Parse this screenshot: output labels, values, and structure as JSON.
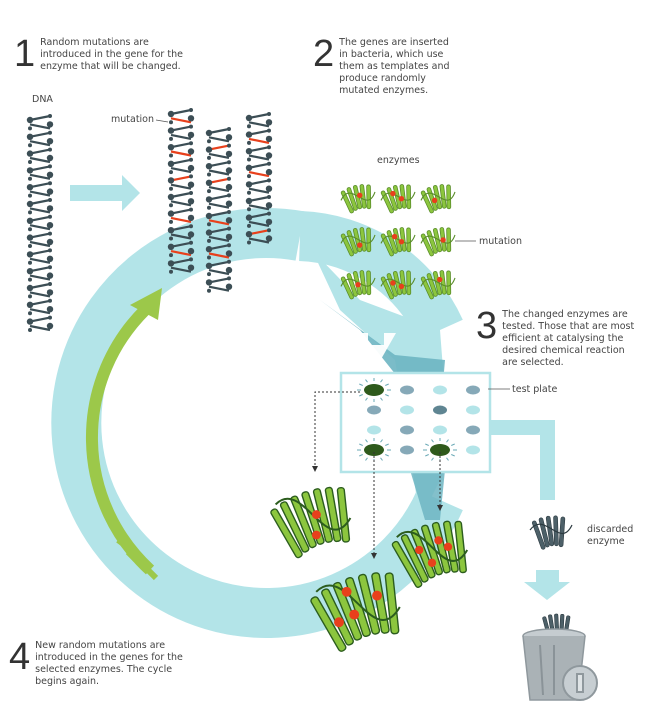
{
  "steps": [
    {
      "number": "1",
      "text": "Random mutations are introduced in the gene for the enzyme that will be changed."
    },
    {
      "number": "2",
      "text": "The genes are inserted in bacteria, which use them as templates and produce randomly mutated enzymes."
    },
    {
      "number": "3",
      "text": "The changed enzymes are tested. Those that are most efficient at catalysing the desired chemical reaction are selected."
    },
    {
      "number": "4",
      "text": "New random mutations are introduced in the genes for the selected enzymes. The cycle begins again."
    }
  ],
  "labels": {
    "dna": "DNA",
    "mutation_dna": "mutation",
    "enzymes": "enzymes",
    "mutation_enzyme": "mutation",
    "test_plate": "test plate",
    "discarded_enzyme": "discarded enzyme"
  },
  "colors": {
    "cycle": "#b3e4e8",
    "cycle_shadow": "#6db5c2",
    "selection_arrow": "#9cc84a",
    "dna_dark": "#3c4e55",
    "mutation_red": "#e8401c",
    "enzyme_green": "#8cc63e",
    "enzyme_dark": "#2c5d1e",
    "bin": "#9aa3a8"
  }
}
